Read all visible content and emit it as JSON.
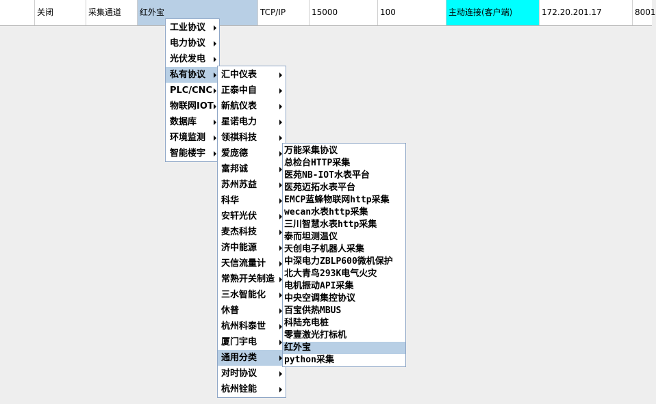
{
  "table": {
    "row": [
      "",
      "关闭",
      "采集通道",
      "红外宝",
      "TCP/IP",
      "15000",
      "100",
      "主动连接(客户端)",
      "172.20.201.17",
      "8001"
    ]
  },
  "colors": {
    "selected": "#b8cfe5",
    "cyan_cell": "#00ffff",
    "menu_border": "#8ea6c6"
  },
  "menu_level1": {
    "items": [
      "工业协议",
      "电力协议",
      "光伏发电",
      "私有协议",
      "PLC/CNC",
      "物联网IOT",
      "数据库",
      "环境监测",
      "智能楼宇"
    ],
    "active_index": 3
  },
  "menu_level2": {
    "items": [
      "汇中仪表",
      "正泰中自",
      "新航仪表",
      "星诺电力",
      "领祺科技",
      "爱庞德",
      "富邦诚",
      "苏州苏益",
      "科华",
      "安轩光伏",
      "麦杰科技",
      "济中能源",
      "天信流量计",
      "常熟开关制造",
      "三水智能化",
      "休普",
      "杭州科泰世",
      "厦门宇电",
      "通用分类",
      "对时协议",
      "杭州铨能"
    ],
    "active_index": 18
  },
  "menu_level3": {
    "items": [
      "万能采集协议",
      "总检台HTTP采集",
      "医苑NB-IOT水表平台",
      "医苑迈拓水表平台",
      "EMCP蓝蜂物联网http采集",
      "wecan水表http采集",
      "三川智慧水表http采集",
      "泰而坦测温仪",
      "天创电子机器人采集",
      "中深电力ZBLP600微机保护",
      "北大青鸟293K电气火灾",
      "电机振动API采集",
      "中央空调集控协议",
      "百宝供热MBUS",
      "科陆充电桩",
      "零壹激光打标机",
      "红外宝",
      "python采集"
    ],
    "active_index": 16
  },
  "icons": {
    "submenu_arrow": "chevron-right-icon"
  }
}
